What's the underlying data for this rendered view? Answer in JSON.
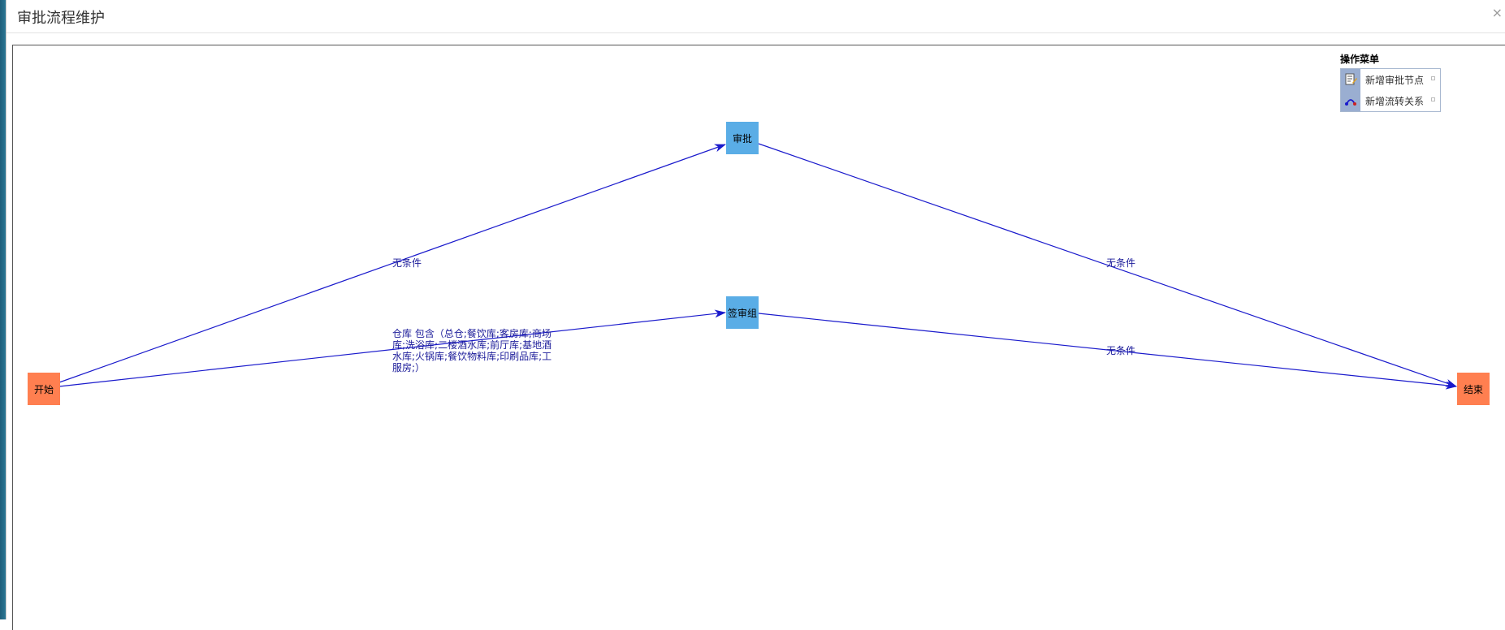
{
  "window": {
    "title": "审批流程维护",
    "close_label": "×"
  },
  "menu": {
    "title": "操作菜单",
    "items": [
      {
        "label": "新增审批节点",
        "icon": "document-edit-icon"
      },
      {
        "label": "新增流转关系",
        "icon": "link-arrow-icon"
      }
    ]
  },
  "nodes": {
    "start": {
      "label": "开始"
    },
    "approve": {
      "label": "审批"
    },
    "cosign": {
      "label": "签审组"
    },
    "end": {
      "label": "结束"
    }
  },
  "edges": {
    "start_approve": {
      "label": "无条件"
    },
    "approve_end": {
      "label": "无条件"
    },
    "start_cosign": {
      "label": "仓库 包含（总仓;餐饮库;客房库;商场库;洗浴库;二楼酒水库;前厅库;基地酒水库;火锅库;餐饮物料库;印刷品库;工服房;）"
    },
    "cosign_end": {
      "label": "无条件"
    }
  },
  "colors": {
    "terminal_node": "#ff7f50",
    "task_node": "#5aade6",
    "edge": "#1a1acc",
    "edge_label": "#1a1a99",
    "menu_icon_bg": "#9aaed1"
  }
}
